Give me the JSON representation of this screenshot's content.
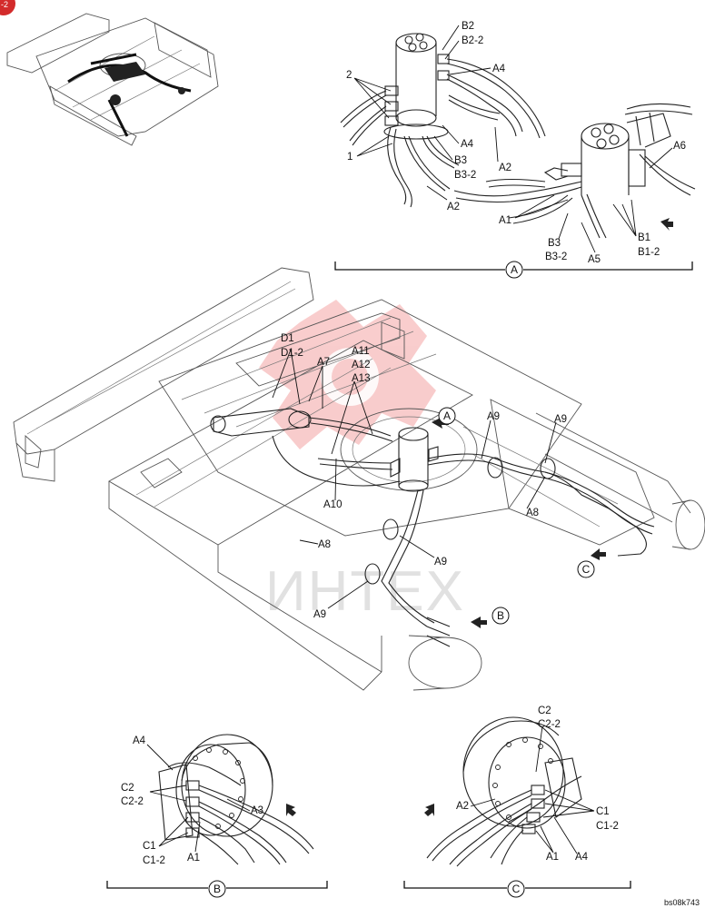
{
  "diagram": {
    "corner_badge": "-2",
    "image_code": "bs08k743",
    "watermark": "ИНТЕХ",
    "colors": {
      "watermark_red": "#e84a4a",
      "badge_red": "#d32b2b",
      "line": "#222222"
    },
    "detail_a": {
      "label": "A",
      "callouts": {
        "b2": "B2",
        "b2_2": "B2-2",
        "a4_top": "A4",
        "n2": "2",
        "n1": "1",
        "a4_mid": "A4",
        "b3": "B3",
        "b3_2": "B3-2",
        "a2_mid": "A2",
        "a2_low": "A2",
        "a6": "A6",
        "a1": "A1",
        "b3_r": "B3",
        "b3_2_r": "B3-2",
        "a5": "A5",
        "b1": "B1",
        "b1_2": "B1-2"
      }
    },
    "main_view": {
      "callouts": {
        "d1": "D1",
        "d1_2": "D1-2",
        "a7": "A7",
        "a11": "A11",
        "a12": "A12",
        "a13": "A13",
        "a_ref": "A",
        "a9_a": "A9",
        "a9_b": "A9",
        "a10": "A10",
        "a8_r": "A8",
        "a8_l": "A8",
        "a9_c": "A9",
        "c_ref": "C",
        "a9_d": "A9",
        "b_ref": "B"
      }
    },
    "detail_b": {
      "label": "B",
      "callouts": {
        "a4": "A4",
        "c2": "C2",
        "c2_2": "C2-2",
        "a3": "A3",
        "c1": "C1",
        "c1_2": "C1-2",
        "a1": "A1"
      }
    },
    "detail_c": {
      "label": "C",
      "callouts": {
        "c2": "C2",
        "c2_2": "C2-2",
        "a2": "A2",
        "c1": "C1",
        "c1_2": "C1-2",
        "a1": "A1",
        "a4": "A4"
      }
    }
  }
}
